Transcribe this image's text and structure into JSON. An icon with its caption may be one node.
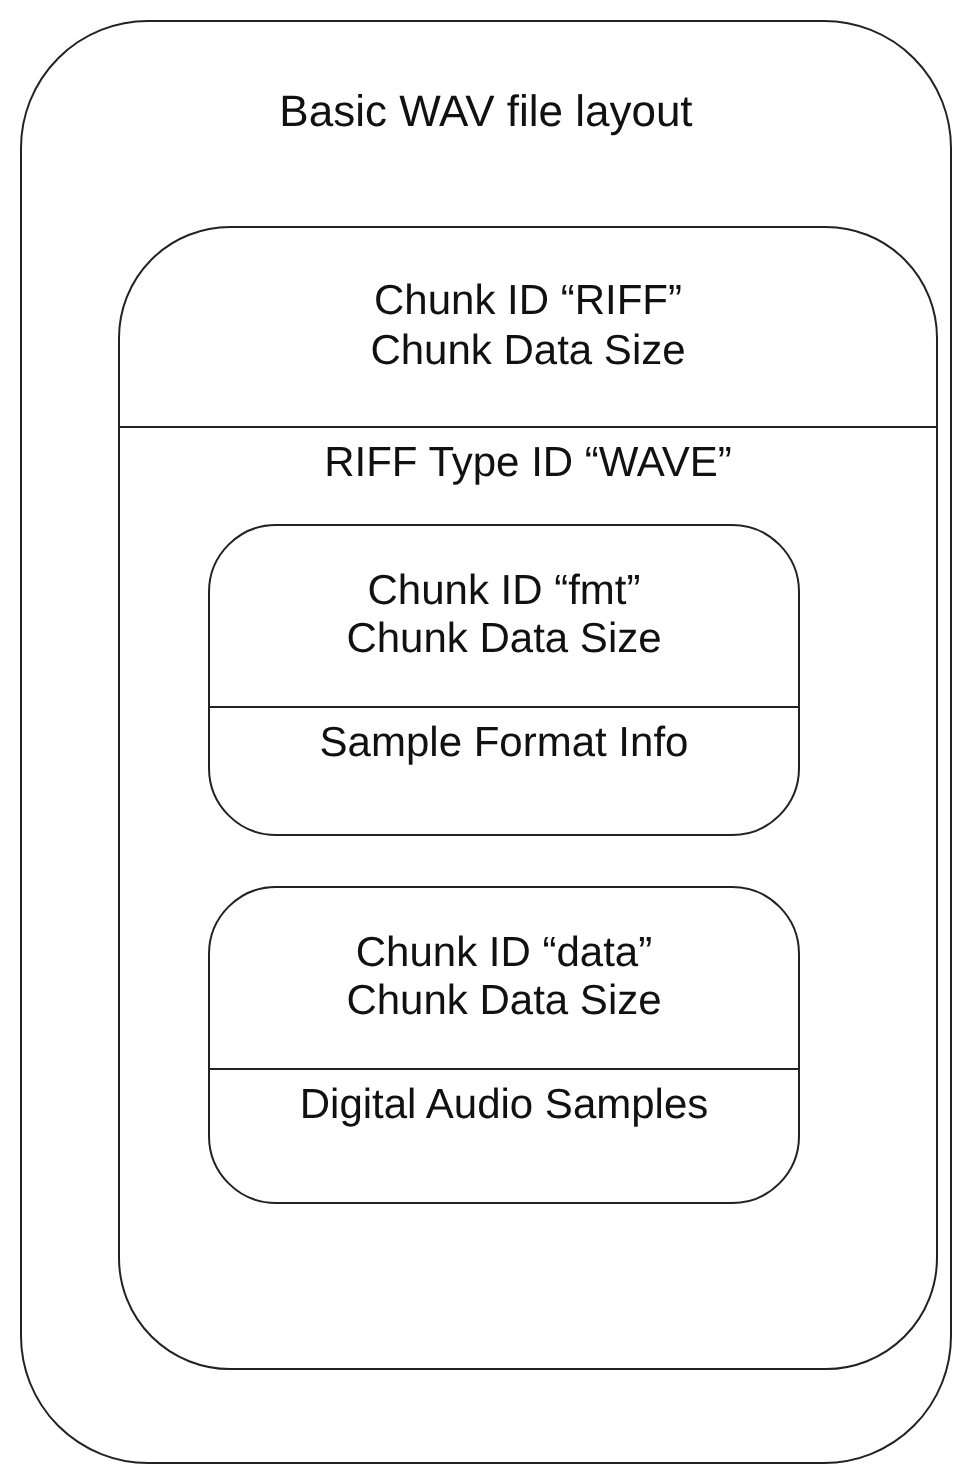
{
  "diagram": {
    "nodes": [
      {
        "text": [
          "Basic WAV file layout"
        ]
      },
      {
        "text": [
          "Chunk ID “RIFF”",
          "Chunk Data Size",
          "RIFF Type ID “WAVE”"
        ],
        "in": 0
      },
      {
        "text": [
          "Chunk ID “fmt”",
          "Chunk Data Size",
          "Sample Format Info"
        ],
        "in": 1
      },
      {
        "text": [
          "Chunk ID “data”",
          "Chunk Data Size",
          "Digital Audio Samples"
        ],
        "in": 1
      }
    ]
  }
}
